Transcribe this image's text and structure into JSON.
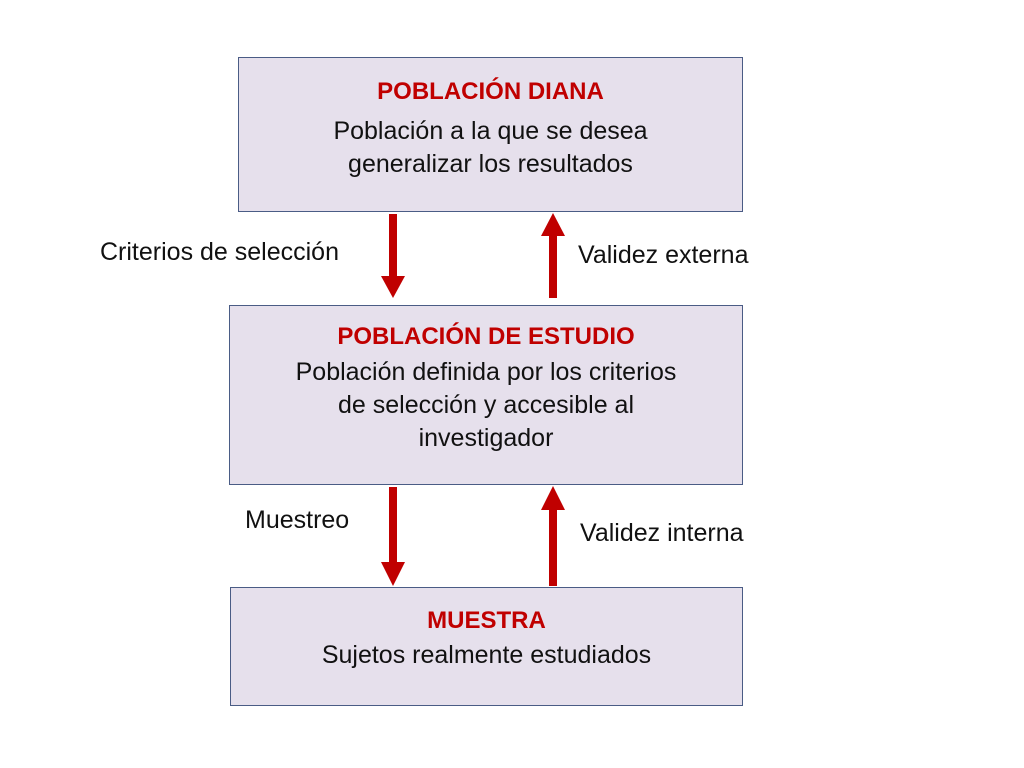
{
  "colors": {
    "box_fill": "#e6e0ec",
    "box_border": "#4a5c85",
    "title_text": "#c00000",
    "arrow": "#c00000"
  },
  "boxes": {
    "poblacion_diana": {
      "title": "POBLACIÓN DIANA",
      "line1": "Población a la que se desea",
      "line2": "generalizar los resultados"
    },
    "poblacion_estudio": {
      "title": "POBLACIÓN DE ESTUDIO",
      "line1": "Población definida por los criterios",
      "line2": "de selección y accesible al",
      "line3": "investigador"
    },
    "muestra": {
      "title": "MUESTRA",
      "line1": "Sujetos realmente estudiados"
    }
  },
  "labels": {
    "criterios_seleccion": "Criterios de selección",
    "validez_externa": "Validez externa",
    "muestreo": "Muestreo",
    "validez_interna": "Validez interna"
  }
}
